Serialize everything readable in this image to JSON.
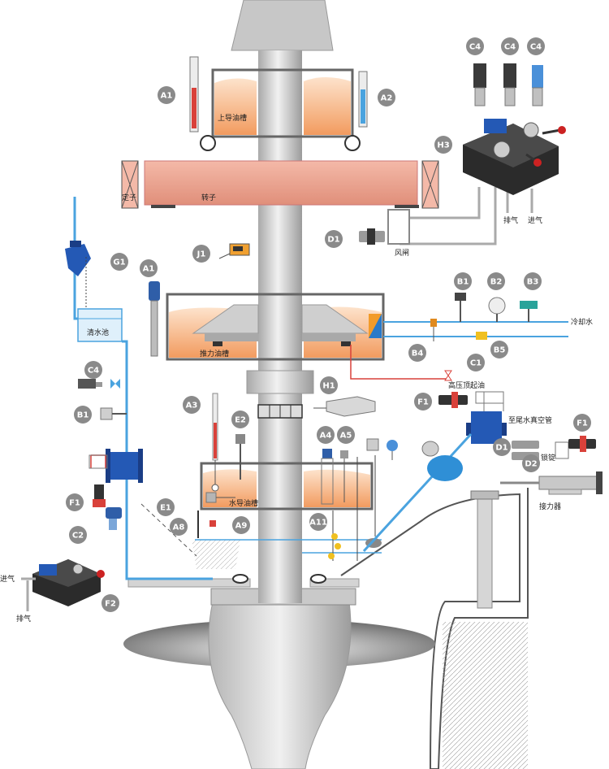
{
  "labels": {
    "upper_guide_tank": "上导油槽",
    "rotor": "转子",
    "stator": "定子",
    "thrust_tank": "推力油槽",
    "water_guide_tank": "水导油槽",
    "clean_water_tank": "清水池",
    "cooling_water": "冷却水",
    "high_pressure_oil": "高压顶起油",
    "brake": "风闸",
    "exhaust_top": "排气",
    "intake_top": "进气",
    "intake_left": "进气",
    "exhaust_left": "排气",
    "to_vacuum_pipe": "至尾水真空管",
    "lock": "锁锭",
    "servomotor": "接力器"
  },
  "badges": {
    "A1_top": "A1",
    "A2": "A2",
    "C4_1": "C4",
    "C4_2": "C4",
    "C4_3": "C4",
    "H3": "H3",
    "D1_top": "D1",
    "J1": "J1",
    "G1": "G1",
    "A1_mid": "A1",
    "B1_top": "B1",
    "B2": "B2",
    "B3": "B3",
    "B4": "B4",
    "B5": "B5",
    "C1": "C1",
    "C4_left": "C4",
    "B1_left": "B1",
    "H1": "H1",
    "A3": "A3",
    "E2": "E2",
    "A4": "A4",
    "A5": "A5",
    "F1_mid": "F1",
    "F1_right": "F1",
    "D1_right": "D1",
    "D2": "D2",
    "F1_left": "F1",
    "E1": "E1",
    "C2": "C2",
    "A8": "A8",
    "A9": "A9",
    "A11": "A11",
    "F2": "F2"
  },
  "colors": {
    "oil": "#f4a36a",
    "oil_light": "#fde7d3",
    "tank_border": "#666666",
    "rotor": "#eea28e",
    "water_pipe": "#4aa3df",
    "badge": "#8a8a8a",
    "shaft": "#cfcfcf",
    "red_line": "#d9413a"
  }
}
